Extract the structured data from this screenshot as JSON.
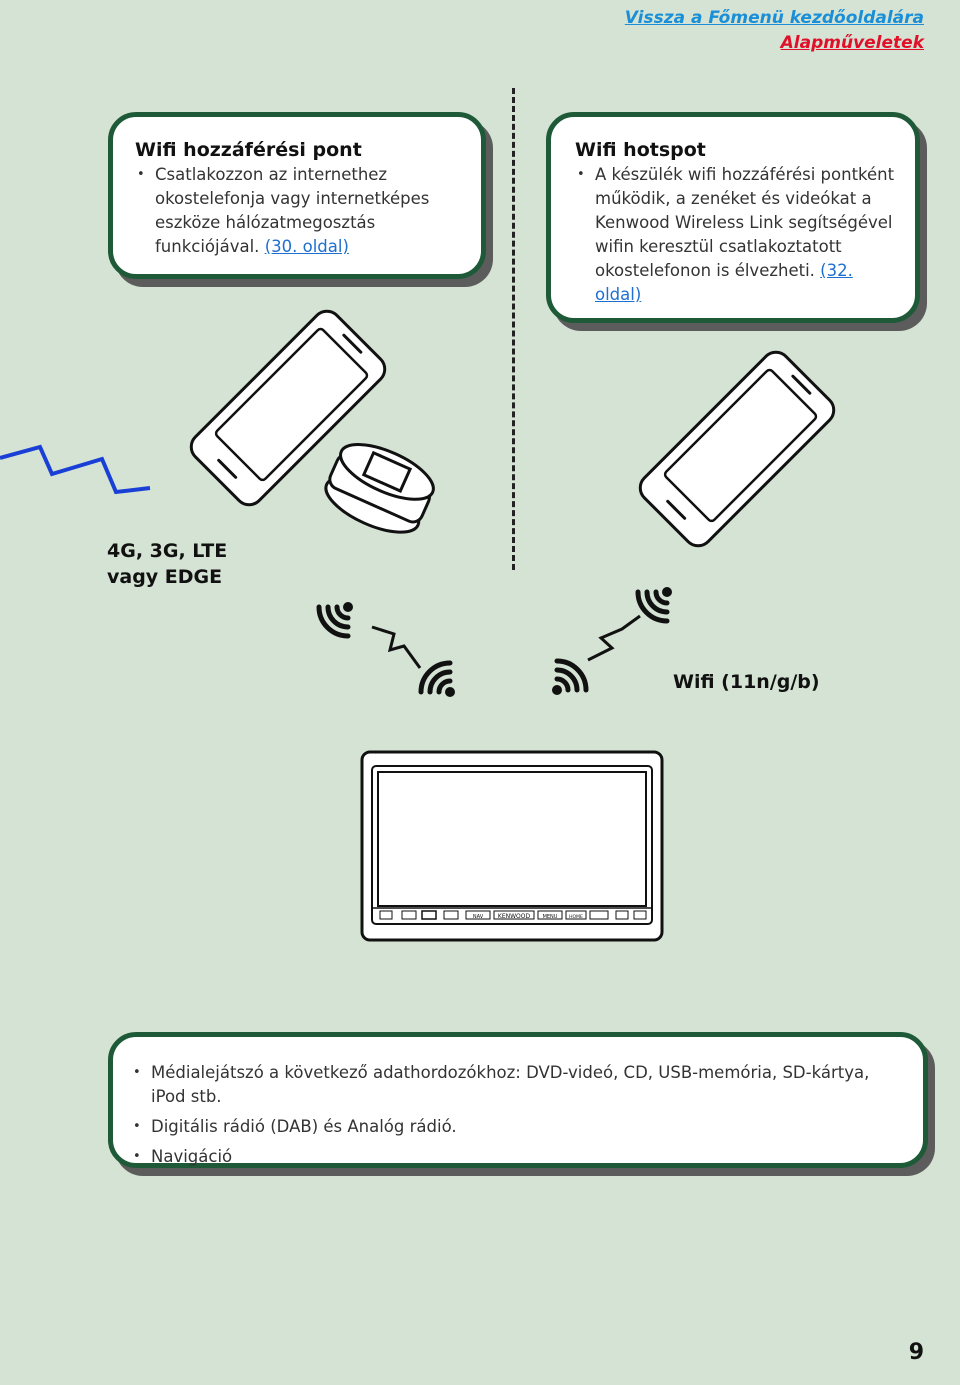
{
  "nav": {
    "home_link": "Vissza a Főmenü kezdőoldalára",
    "basic_ops_link": "Alapműveletek"
  },
  "access_point": {
    "title": "Wifi hozzáférési pont",
    "text": "Csatlakozzon az internethez okostelefonja vagy internetképes eszköze hálózatmegosztás funkciójával.",
    "ref": "(30. oldal)"
  },
  "hotspot": {
    "title": "Wifi hotspot",
    "text": "A készülék wifi hozzáférési pontként működik, a zenéket és videókat a Kenwood Wireless Link segítségével wifin keresztül csatlakoztatott okostelefonon is élvezheti.",
    "ref": "(32. oldal)"
  },
  "diagram": {
    "cellular_label_line1": "4G, 3G, LTE",
    "cellular_label_line2": "vagy EDGE",
    "wifi_label": "Wifi (11n/g/b)",
    "head_unit_brand": "KENWOOD",
    "head_unit_buttons": [
      "NAV",
      "MENU",
      "HOME"
    ]
  },
  "media": {
    "items": [
      "Médialejátszó a következő adathordozókhoz: DVD-videó, CD, USB-memória, SD-kártya, iPod stb.",
      "Digitális rádió (DAB) és Analóg rádió.",
      "Navigáció"
    ]
  },
  "page_number": "9",
  "colors": {
    "background": "#d4e3d3",
    "box_border": "#1e5a37",
    "link_blue": "#1a8fd8",
    "link_red": "#e0102a",
    "signal_blue": "#1a3fd6"
  }
}
